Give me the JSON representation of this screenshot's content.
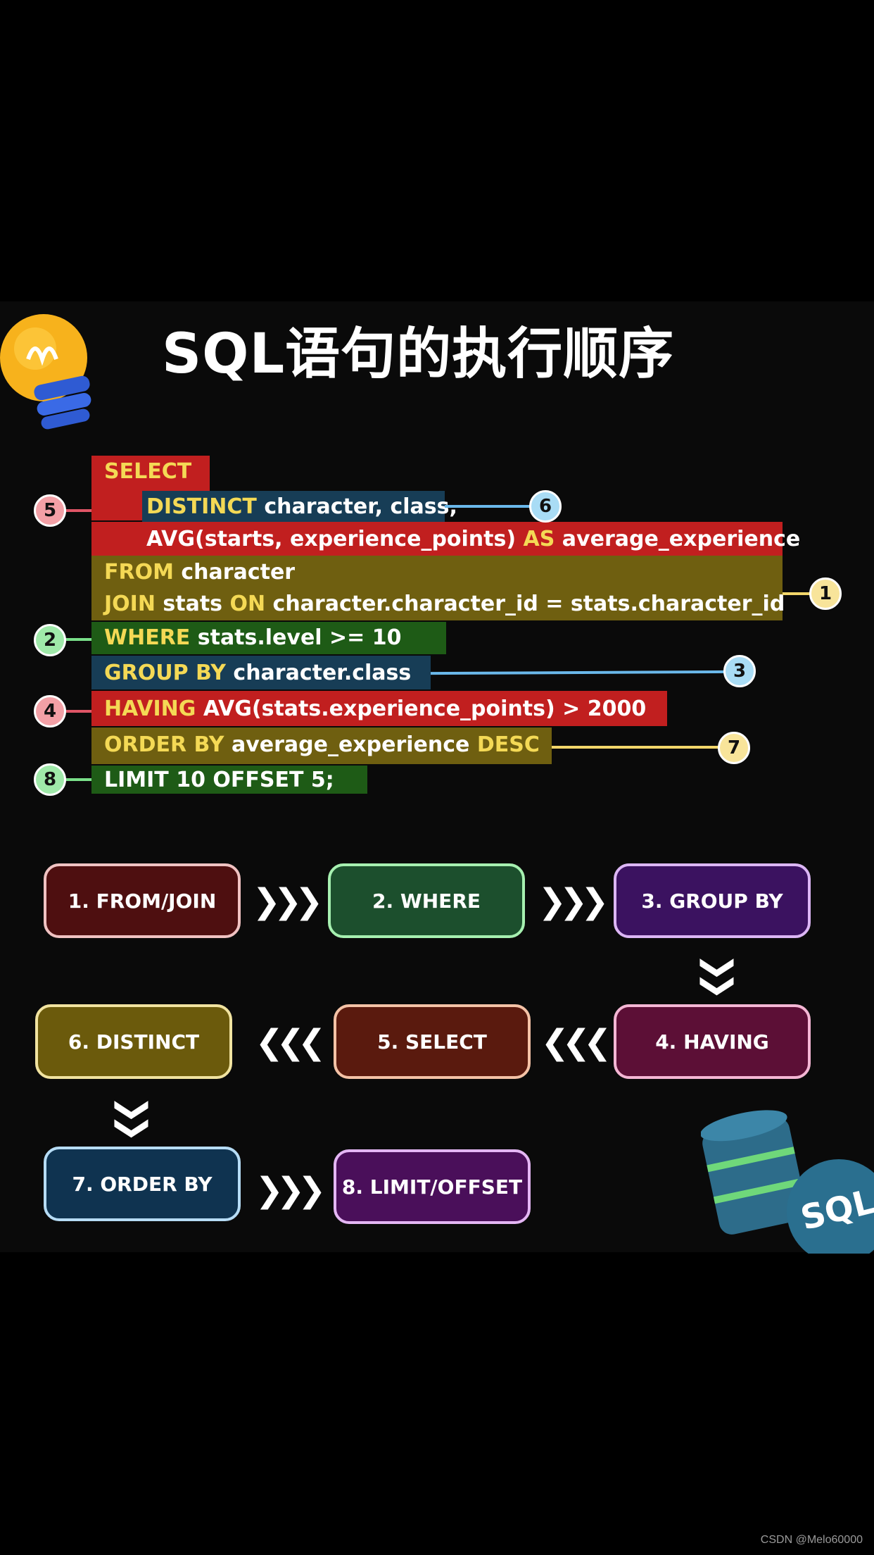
{
  "title": "SQL语句的执行顺序",
  "code": {
    "select_kw": "SELECT",
    "distinct_kw": "DISTINCT",
    "distinct_rest": " character, class,",
    "avg_line": "AVG(starts, experience_points) ",
    "as_kw": "AS",
    "avg_alias": " average_experience",
    "from_kw": "FROM",
    "from_rest": " character",
    "join_kw": "JOIN",
    "join_mid": " stats ",
    "on_kw": "ON",
    "join_rest": " character.character_id = stats.character_id",
    "where_kw": "WHERE",
    "where_rest": " stats.level >= 10",
    "group_kw": "GROUP BY",
    "group_rest": " character.class",
    "having_kw": "HAVING",
    "having_rest": " AVG(stats.experience_points) > 2000",
    "order_kw": "ORDER BY",
    "order_rest": " average_experience ",
    "desc_kw": "DESC",
    "limit_line": "LIMIT 10 OFFSET 5;"
  },
  "badges": {
    "select": "5",
    "distinct": "6",
    "from": "1",
    "where": "2",
    "group": "3",
    "having": "4",
    "order": "7",
    "limit": "8"
  },
  "flow": [
    {
      "label": "1. FROM/JOIN"
    },
    {
      "label": "2. WHERE"
    },
    {
      "label": "3. GROUP BY"
    },
    {
      "label": "4. HAVING"
    },
    {
      "label": "5. SELECT"
    },
    {
      "label": "6. DISTINCT"
    },
    {
      "label": "7. ORDER BY"
    },
    {
      "label": "8. LIMIT/OFFSET"
    }
  ],
  "arrows": {
    "right": "❯❯❯",
    "left": "❮❮❮",
    "down": "❯❯"
  },
  "logo_text": "SQL",
  "footer": "CSDN @Melo60000",
  "colors": {
    "red": "#c11f1f",
    "olive": "#6f5f10",
    "green": "#1e5b16",
    "teal": "#173d56",
    "keyword": "#f4d955"
  }
}
